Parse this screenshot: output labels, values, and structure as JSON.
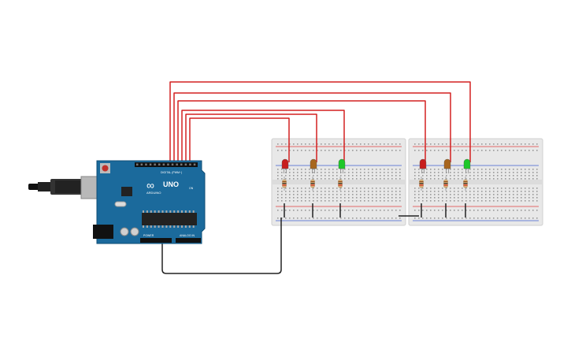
{
  "arduino": {
    "brand": "ARDUINO",
    "model": "UNO",
    "infinity_symbol": "∞",
    "digital_label": "DIGITAL (PWM~)",
    "power_label": "POWER",
    "analog_label": "ANALOG IN",
    "on_label": "ON",
    "board_color": "#1b6a9c",
    "chip_color": "#222222"
  },
  "breadboards": [
    {
      "name": "breadboard-left"
    },
    {
      "name": "breadboard-right"
    }
  ],
  "leds": [
    {
      "name": "led-red-1",
      "color": "#c81e1e"
    },
    {
      "name": "led-yellow-1",
      "color": "#a8661e"
    },
    {
      "name": "led-green-1",
      "color": "#1ec828"
    },
    {
      "name": "led-red-2",
      "color": "#c81e1e"
    },
    {
      "name": "led-yellow-2",
      "color": "#a8661e"
    },
    {
      "name": "led-green-2",
      "color": "#1ec828"
    }
  ],
  "colors": {
    "signal_wire": "#d42020",
    "ground_wire": "#222222",
    "rail_red": "#e04040",
    "rail_blue": "#4060d0",
    "breadboard": "#e8e8e8",
    "breadboard_hole": "#9a9a9a"
  }
}
